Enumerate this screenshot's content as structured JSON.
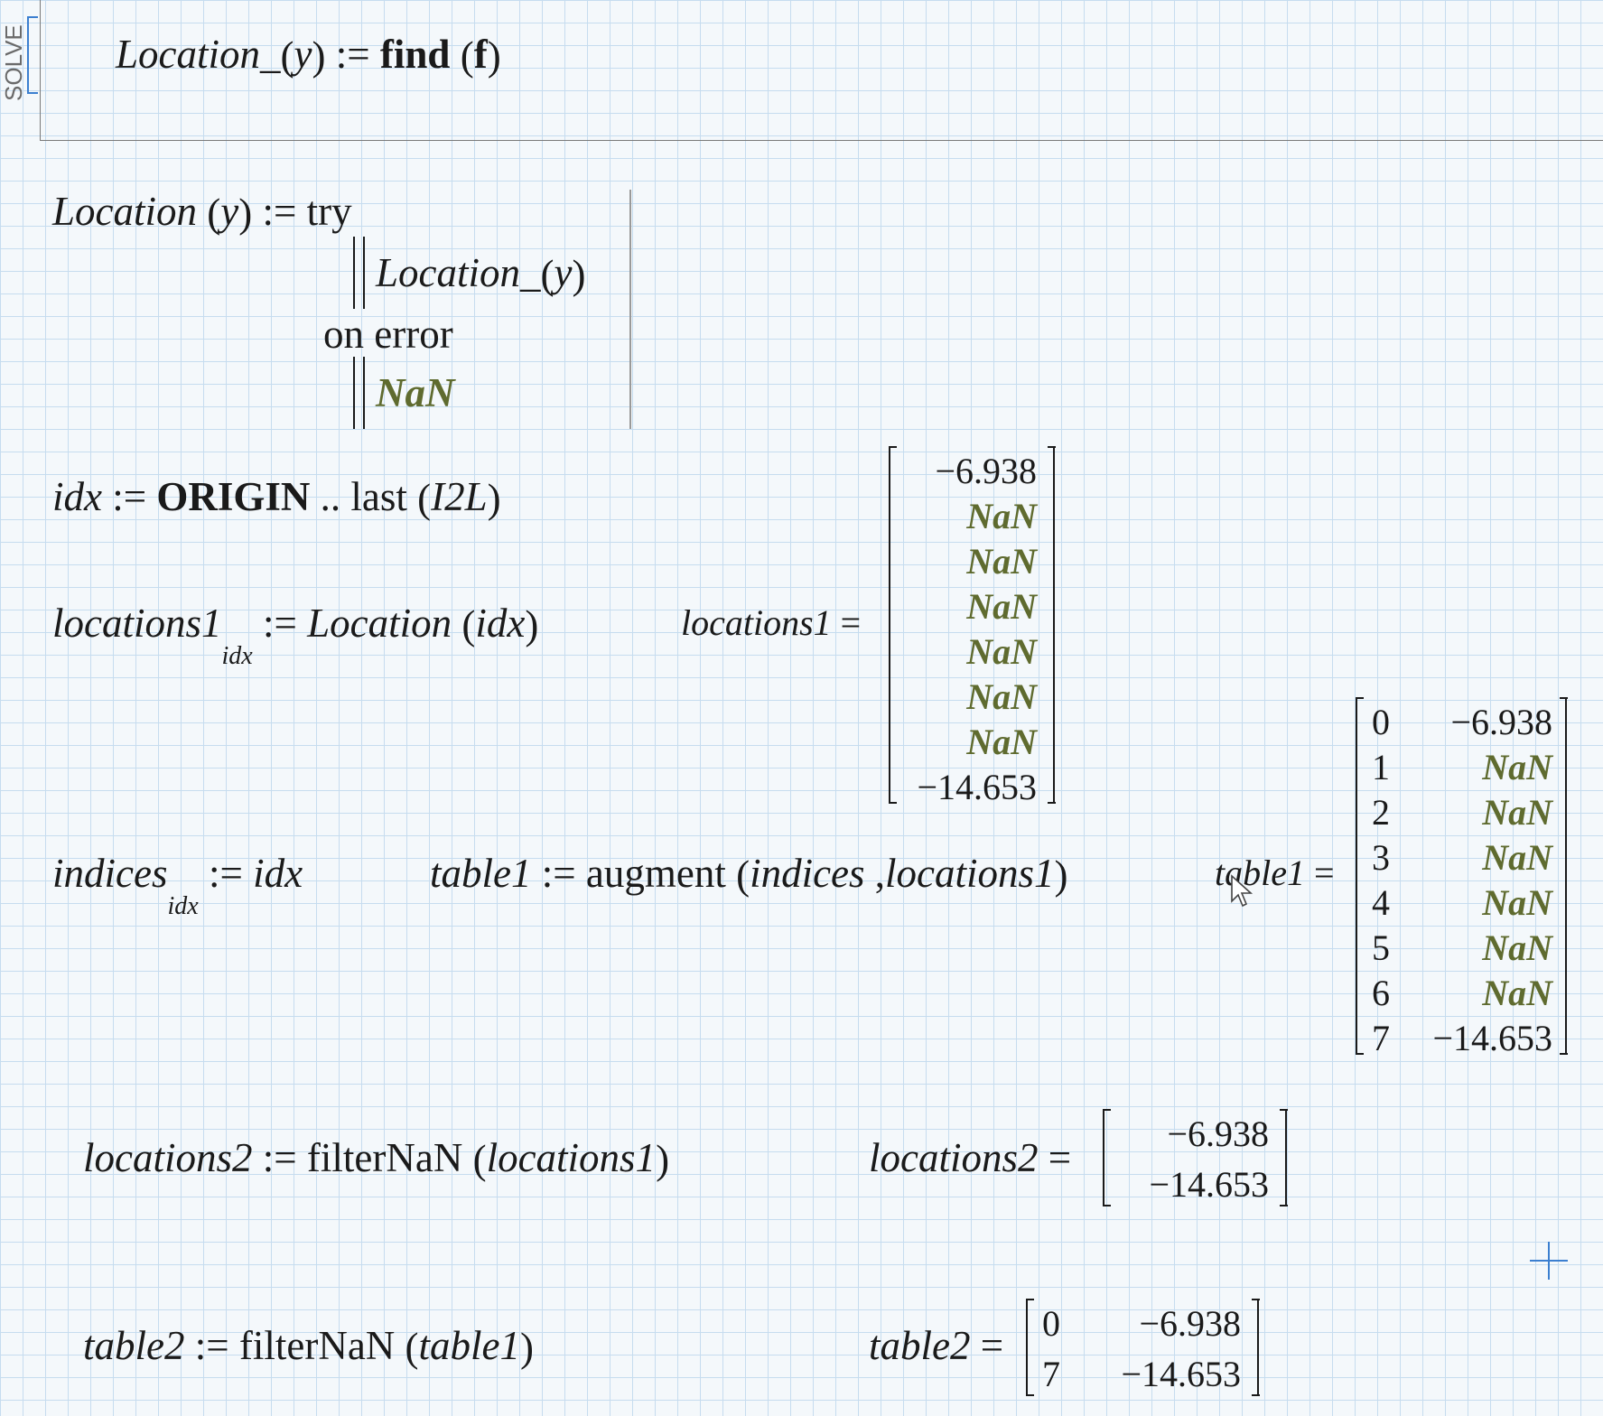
{
  "solve_block": {
    "tab_label": "SOLVE",
    "definition": {
      "lhs": "Location_",
      "arg": "y",
      "op": ":=",
      "func": "find",
      "func_arg": "f"
    }
  },
  "location_program": {
    "lhs": "Location",
    "arg": "y",
    "op": ":=",
    "try_kw": "try",
    "try_body": "Location_",
    "try_body_arg": "y",
    "on_error_kw": "on error",
    "error_value": "NaN"
  },
  "idx_def": {
    "lhs": "idx",
    "op": ":=",
    "start": "ORIGIN",
    "range_op": "..",
    "func": "last",
    "func_arg": "I2L"
  },
  "locations1_def": {
    "lhs": "locations1",
    "sub": "idx",
    "op": ":=",
    "func": "Location",
    "func_arg": "idx"
  },
  "locations1_result": {
    "lhs": "locations1",
    "op": "=",
    "values": [
      "−6.938",
      "NaN",
      "NaN",
      "NaN",
      "NaN",
      "NaN",
      "NaN",
      "−14.653"
    ]
  },
  "indices_def": {
    "lhs": "indices",
    "sub": "idx",
    "op": ":=",
    "rhs": "idx"
  },
  "table1_def": {
    "lhs": "table1",
    "op": ":=",
    "func": "augment",
    "arg1": "indices",
    "sep": ",",
    "arg2": "locations1"
  },
  "table1_result": {
    "lhs": "table1",
    "op": "=",
    "indices": [
      "0",
      "1",
      "2",
      "3",
      "4",
      "5",
      "6",
      "7"
    ],
    "values": [
      "−6.938",
      "NaN",
      "NaN",
      "NaN",
      "NaN",
      "NaN",
      "NaN",
      "−14.653"
    ]
  },
  "locations2_def": {
    "lhs": "locations2",
    "op": ":=",
    "func": "filterNaN",
    "func_arg": "locations1"
  },
  "locations2_result": {
    "lhs": "locations2",
    "op": "=",
    "values": [
      "−6.938",
      "−14.653"
    ]
  },
  "table2_def": {
    "lhs": "table2",
    "op": ":=",
    "func": "filterNaN",
    "func_arg": "table1"
  },
  "table2_result": {
    "lhs": "table2",
    "op": "=",
    "indices": [
      "0",
      "7"
    ],
    "values": [
      "−6.938",
      "−14.653"
    ]
  },
  "colors": {
    "nan": "#5f6b2f",
    "grid": "#c6dcef",
    "background": "#f4f8fb",
    "accent": "#3b7fd0"
  },
  "icons": {
    "cursor": "arrow-pointer-icon",
    "insert_point": "crosshair-insert-icon"
  }
}
